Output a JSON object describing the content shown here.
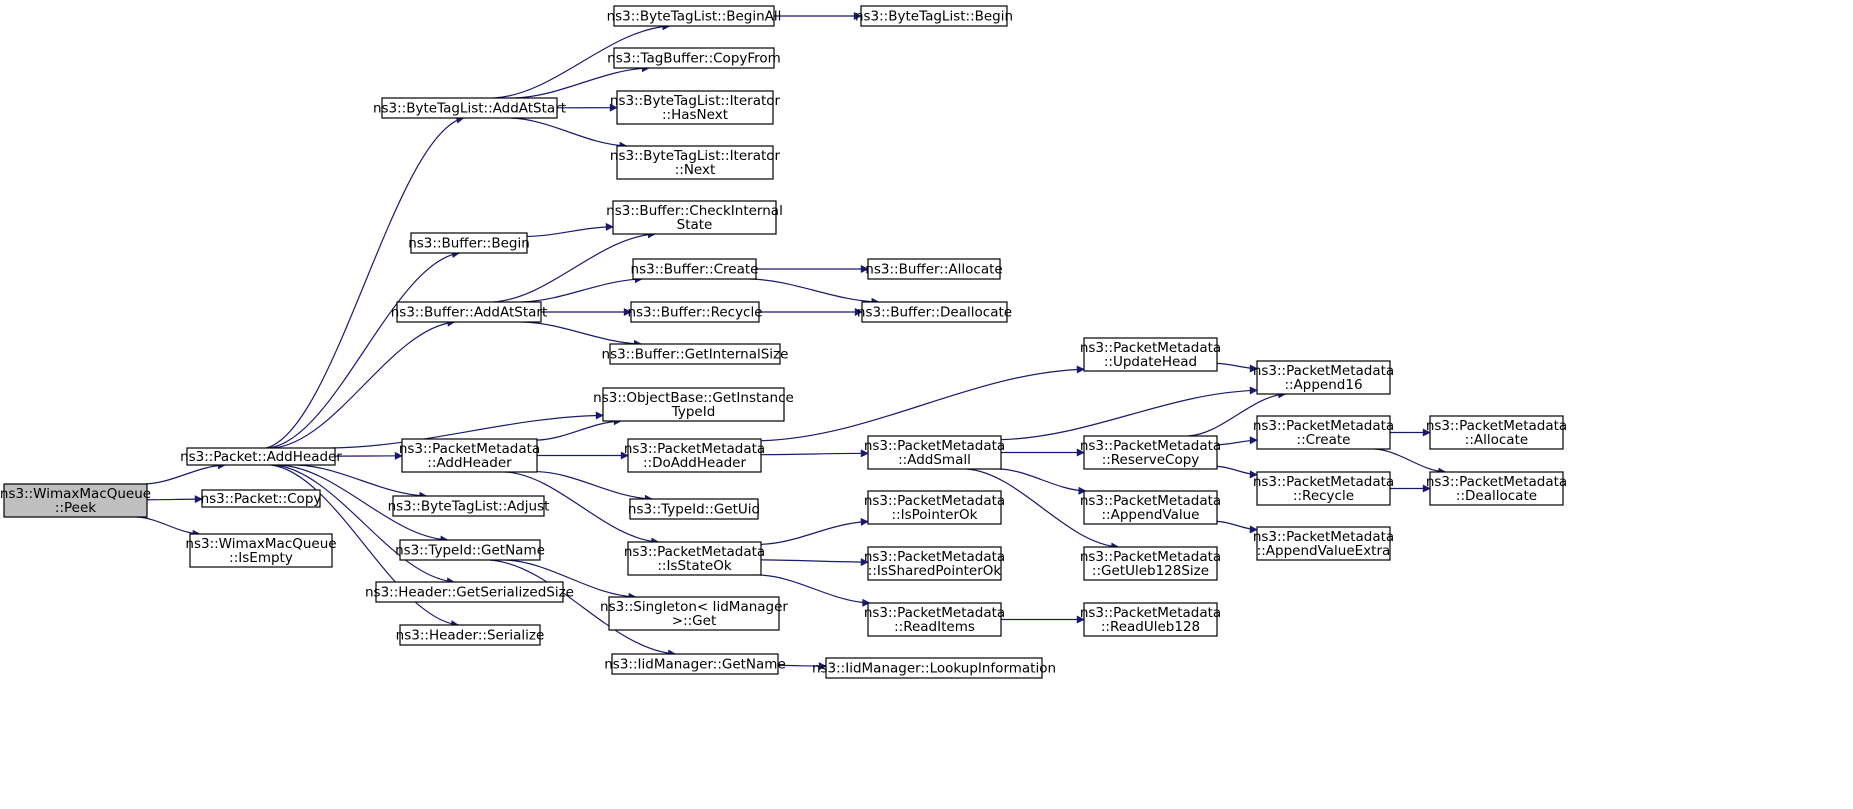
{
  "colors": {
    "root_fill": "#bfbfbf",
    "node_fill": "#ffffff",
    "edge": "#191970",
    "border": "#000000"
  },
  "nodes": [
    {
      "id": "peek",
      "lines": [
        "ns3::WimaxMacQueue",
        "::Peek"
      ],
      "root": true
    },
    {
      "id": "addheader",
      "lines": [
        "ns3::Packet::AddHeader"
      ]
    },
    {
      "id": "copy",
      "lines": [
        "ns3::Packet::Copy"
      ]
    },
    {
      "id": "isempty",
      "lines": [
        "ns3::WimaxMacQueue",
        "::IsEmpty"
      ]
    },
    {
      "id": "btl_addatstart",
      "lines": [
        "ns3::ByteTagList::AddAtStart"
      ]
    },
    {
      "id": "buf_begin",
      "lines": [
        "ns3::Buffer::Begin"
      ]
    },
    {
      "id": "buf_addatstart",
      "lines": [
        "ns3::Buffer::AddAtStart"
      ]
    },
    {
      "id": "getinstancetypeid",
      "lines": [
        "ns3::ObjectBase::GetInstance",
        "TypeId"
      ]
    },
    {
      "id": "pm_addheader",
      "lines": [
        "ns3::PacketMetadata",
        "::AddHeader"
      ]
    },
    {
      "id": "btl_adjust",
      "lines": [
        "ns3::ByteTagList::Adjust"
      ]
    },
    {
      "id": "typeid_getname",
      "lines": [
        "ns3::TypeId::GetName"
      ]
    },
    {
      "id": "getserializedsize",
      "lines": [
        "ns3::Header::GetSerializedSize"
      ]
    },
    {
      "id": "serialize",
      "lines": [
        "ns3::Header::Serialize"
      ]
    },
    {
      "id": "btl_beginall",
      "lines": [
        "ns3::ByteTagList::BeginAll"
      ]
    },
    {
      "id": "btl_begin",
      "lines": [
        "ns3::ByteTagList::Begin"
      ]
    },
    {
      "id": "tagbuffer_copyfrom",
      "lines": [
        "ns3::TagBuffer::CopyFrom"
      ]
    },
    {
      "id": "iter_hasnext",
      "lines": [
        "ns3::ByteTagList::Iterator",
        "::HasNext"
      ]
    },
    {
      "id": "iter_next",
      "lines": [
        "ns3::ByteTagList::Iterator",
        "::Next"
      ]
    },
    {
      "id": "checkinternalstate",
      "lines": [
        "ns3::Buffer::CheckInternal",
        "State"
      ]
    },
    {
      "id": "buf_create",
      "lines": [
        "ns3::Buffer::Create"
      ]
    },
    {
      "id": "buf_allocate",
      "lines": [
        "ns3::Buffer::Allocate"
      ]
    },
    {
      "id": "buf_recycle",
      "lines": [
        "ns3::Buffer::Recycle"
      ]
    },
    {
      "id": "buf_deallocate",
      "lines": [
        "ns3::Buffer::Deallocate"
      ]
    },
    {
      "id": "buf_getinternalsize",
      "lines": [
        "ns3::Buffer::GetInternalSize"
      ]
    },
    {
      "id": "pm_doaddheader",
      "lines": [
        "ns3::PacketMetadata",
        "::DoAddHeader"
      ]
    },
    {
      "id": "typeid_getuid",
      "lines": [
        "ns3::TypeId::GetUid"
      ]
    },
    {
      "id": "pm_isstateok",
      "lines": [
        "ns3::PacketMetadata",
        "::IsStateOk"
      ]
    },
    {
      "id": "singleton_get",
      "lines": [
        "ns3::Singleton< IidManager",
        " >::Get"
      ]
    },
    {
      "id": "iid_getname",
      "lines": [
        "ns3::IidManager::GetName"
      ]
    },
    {
      "id": "iid_lookup",
      "lines": [
        "ns3::IidManager::LookupInformation"
      ]
    },
    {
      "id": "pm_updatehead",
      "lines": [
        "ns3::PacketMetadata",
        "::UpdateHead"
      ]
    },
    {
      "id": "pm_addsmall",
      "lines": [
        "ns3::PacketMetadata",
        "::AddSmall"
      ]
    },
    {
      "id": "pm_ispointerok",
      "lines": [
        "ns3::PacketMetadata",
        "::IsPointerOk"
      ]
    },
    {
      "id": "pm_issharedpointerok",
      "lines": [
        "ns3::PacketMetadata",
        "::IsSharedPointerOk"
      ]
    },
    {
      "id": "pm_readitems",
      "lines": [
        "ns3::PacketMetadata",
        "::ReadItems"
      ]
    },
    {
      "id": "pm_append16",
      "lines": [
        "ns3::PacketMetadata",
        "::Append16"
      ]
    },
    {
      "id": "pm_reservecopy",
      "lines": [
        "ns3::PacketMetadata",
        "::ReserveCopy"
      ]
    },
    {
      "id": "pm_appendvalue",
      "lines": [
        "ns3::PacketMetadata",
        "::AppendValue"
      ]
    },
    {
      "id": "pm_getuleb128size",
      "lines": [
        "ns3::PacketMetadata",
        "::GetUleb128Size"
      ]
    },
    {
      "id": "pm_readuleb128",
      "lines": [
        "ns3::PacketMetadata",
        "::ReadUleb128"
      ]
    },
    {
      "id": "pm_create",
      "lines": [
        "ns3::PacketMetadata",
        "::Create"
      ]
    },
    {
      "id": "pm_recycle",
      "lines": [
        "ns3::PacketMetadata",
        "::Recycle"
      ]
    },
    {
      "id": "pm_appendvalueextra",
      "lines": [
        "ns3::PacketMetadata",
        "::AppendValueExtra"
      ]
    },
    {
      "id": "pm_allocate",
      "lines": [
        "ns3::PacketMetadata",
        "::Allocate"
      ]
    },
    {
      "id": "pm_deallocate",
      "lines": [
        "ns3::PacketMetadata",
        "::Deallocate"
      ]
    }
  ],
  "edges": [
    [
      "peek",
      "addheader"
    ],
    [
      "peek",
      "copy"
    ],
    [
      "peek",
      "isempty"
    ],
    [
      "addheader",
      "btl_addatstart"
    ],
    [
      "addheader",
      "buf_begin"
    ],
    [
      "addheader",
      "buf_addatstart"
    ],
    [
      "addheader",
      "getinstancetypeid"
    ],
    [
      "addheader",
      "pm_addheader"
    ],
    [
      "addheader",
      "btl_adjust"
    ],
    [
      "addheader",
      "typeid_getname"
    ],
    [
      "addheader",
      "getserializedsize"
    ],
    [
      "addheader",
      "serialize"
    ],
    [
      "btl_addatstart",
      "btl_beginall"
    ],
    [
      "btl_addatstart",
      "tagbuffer_copyfrom"
    ],
    [
      "btl_addatstart",
      "iter_hasnext"
    ],
    [
      "btl_addatstart",
      "iter_next"
    ],
    [
      "btl_beginall",
      "btl_begin"
    ],
    [
      "buf_begin",
      "checkinternalstate"
    ],
    [
      "buf_addatstart",
      "checkinternalstate"
    ],
    [
      "buf_addatstart",
      "buf_create"
    ],
    [
      "buf_addatstart",
      "buf_recycle"
    ],
    [
      "buf_addatstart",
      "buf_getinternalsize"
    ],
    [
      "buf_create",
      "buf_allocate"
    ],
    [
      "buf_create",
      "buf_deallocate"
    ],
    [
      "buf_recycle",
      "buf_deallocate"
    ],
    [
      "pm_addheader",
      "getinstancetypeid"
    ],
    [
      "pm_addheader",
      "pm_doaddheader"
    ],
    [
      "pm_addheader",
      "typeid_getuid"
    ],
    [
      "pm_addheader",
      "pm_isstateok"
    ],
    [
      "typeid_getname",
      "singleton_get"
    ],
    [
      "typeid_getname",
      "iid_getname"
    ],
    [
      "iid_getname",
      "iid_lookup"
    ],
    [
      "pm_doaddheader",
      "pm_updatehead"
    ],
    [
      "pm_doaddheader",
      "pm_addsmall"
    ],
    [
      "pm_isstateok",
      "pm_ispointerok"
    ],
    [
      "pm_isstateok",
      "pm_issharedpointerok"
    ],
    [
      "pm_isstateok",
      "pm_readitems"
    ],
    [
      "pm_updatehead",
      "pm_append16"
    ],
    [
      "pm_addsmall",
      "pm_append16"
    ],
    [
      "pm_addsmall",
      "pm_reservecopy"
    ],
    [
      "pm_addsmall",
      "pm_appendvalue"
    ],
    [
      "pm_addsmall",
      "pm_getuleb128size"
    ],
    [
      "pm_readitems",
      "pm_readuleb128"
    ],
    [
      "pm_reservecopy",
      "pm_append16"
    ],
    [
      "pm_reservecopy",
      "pm_create"
    ],
    [
      "pm_reservecopy",
      "pm_recycle"
    ],
    [
      "pm_appendvalue",
      "pm_appendvalueextra"
    ],
    [
      "pm_create",
      "pm_allocate"
    ],
    [
      "pm_create",
      "pm_deallocate"
    ],
    [
      "pm_recycle",
      "pm_deallocate"
    ]
  ]
}
